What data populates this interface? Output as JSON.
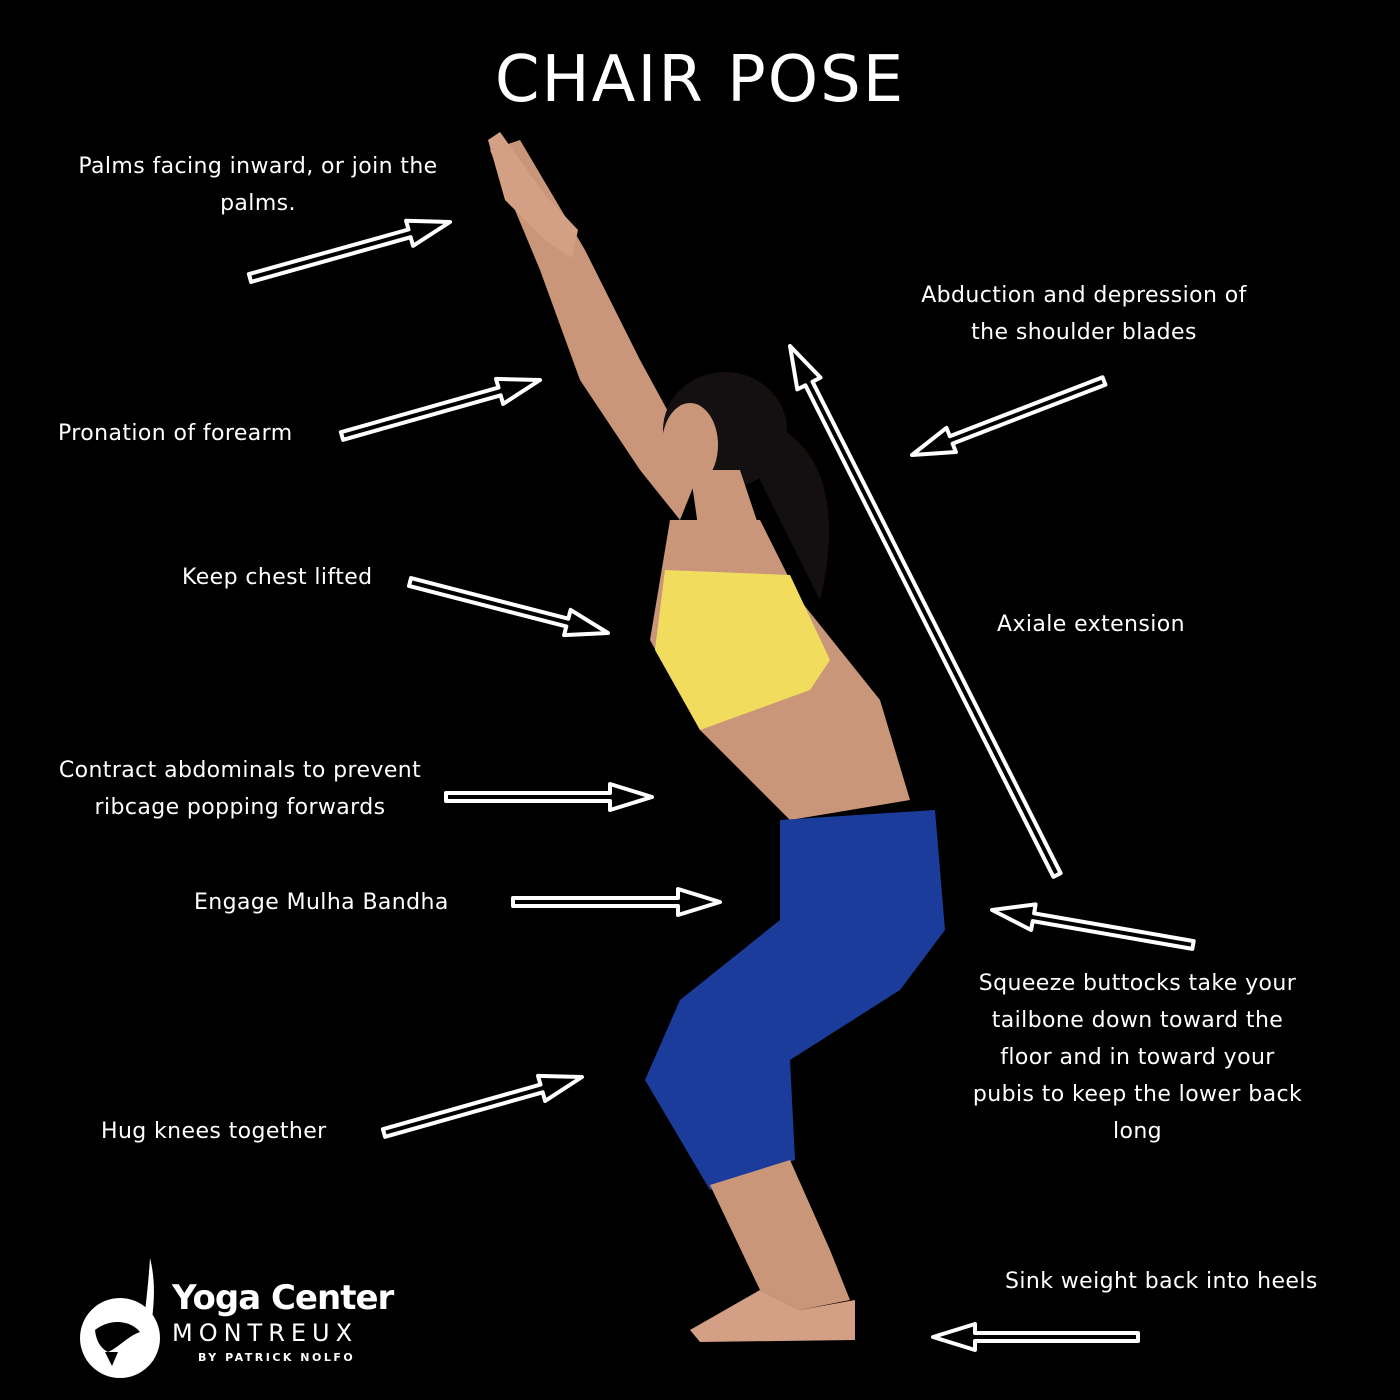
{
  "title": "CHAIR POSE",
  "annotations": {
    "palms": [
      "Palms facing inward, or join the",
      "palms."
    ],
    "forearm": "Pronation of forearm",
    "chest": "Keep chest lifted",
    "abdominals": [
      "Contract abdominals to prevent",
      "ribcage popping forwards"
    ],
    "bandha": "Engage Mulha Bandha",
    "knees": "Hug knees together",
    "shoulders": [
      "Abduction and depression of",
      "the shoulder blades"
    ],
    "axial": "Axiale extension",
    "buttocks": [
      "Squeeze buttocks take your",
      "tailbone down toward the",
      "floor and in toward your",
      "pubis to keep the lower back",
      "long"
    ],
    "heels": "Sink weight back into heels"
  },
  "logo": {
    "name": "Yoga Center",
    "city": "MONTREUX",
    "byline": "BY PATRICK NOLFO"
  },
  "colors": {
    "background": "#000000",
    "text": "#ffffff",
    "top": "#f2dc5d",
    "leggings": "#1b3c9a",
    "skin": "#c99679",
    "hair": "#141012"
  }
}
